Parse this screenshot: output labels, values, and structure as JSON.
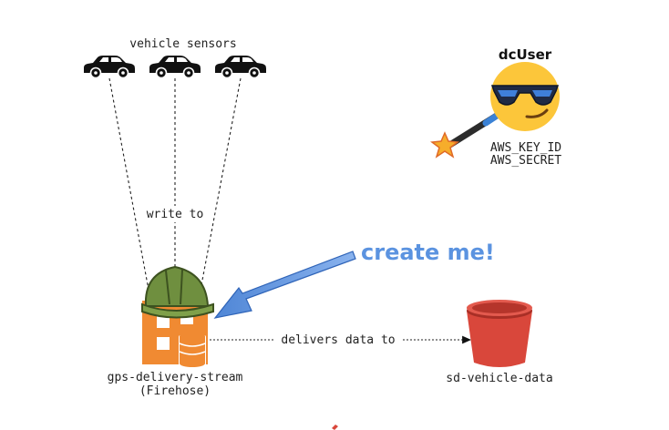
{
  "labels": {
    "sensors": "vehicle sensors",
    "write_to": "write to",
    "delivers": "delivers data to",
    "stream_name": "gps-delivery-stream",
    "stream_type": "(Firehose)",
    "bucket_name": "sd-vehicle-data",
    "user_name": "dcUser",
    "key_id": "AWS_KEY_ID",
    "secret": "AWS_SECRET",
    "callout": "create me!"
  },
  "colors": {
    "callout": "#5b93e0",
    "firehose": "#f08a32",
    "helmet": "#6f8f3f",
    "bucket": "#d9473b",
    "emoji_face": "#fcc63a",
    "star": "#f6ad2b"
  },
  "icons": {
    "car": "car-icon",
    "helmet": "hard-hat-icon",
    "firehose": "firehose-icon",
    "bucket": "s3-bucket-icon",
    "user": "cool-face-emoji-icon",
    "wand": "magic-wand-icon"
  }
}
